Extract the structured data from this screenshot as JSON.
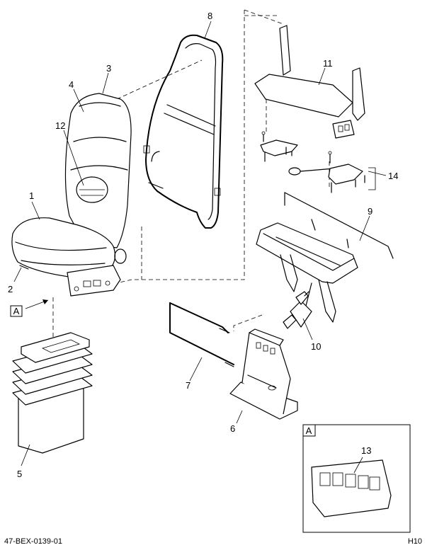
{
  "callouts": {
    "c1": "1",
    "c2": "2",
    "c3": "3",
    "c4": "4",
    "c5": "5",
    "c6": "6",
    "c7": "7",
    "c8": "8",
    "c9": "9",
    "c10": "10",
    "c11": "11",
    "c12": "12",
    "c13": "13",
    "c14": "14"
  },
  "view_tag": "A",
  "detail_tag": "A",
  "footer": {
    "part_number": "47-BEX-0139-01",
    "sheet": "H10"
  }
}
